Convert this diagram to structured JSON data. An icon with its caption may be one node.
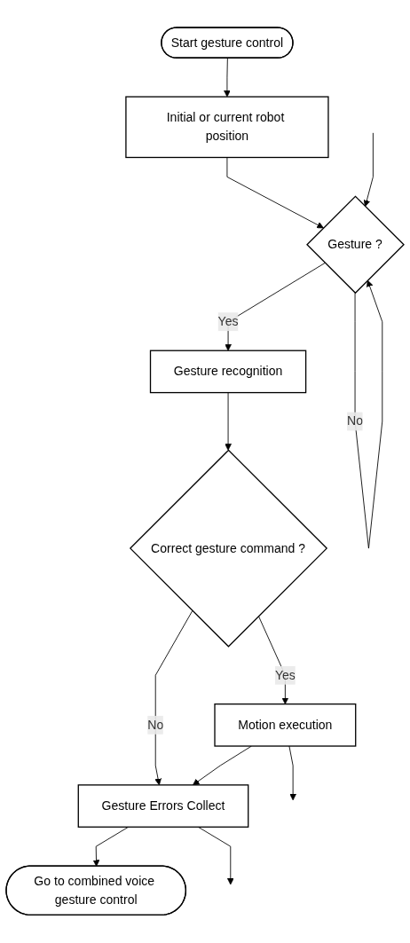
{
  "diagram": {
    "nodes": [
      {
        "text": [
          "Start gesture control"
        ]
      },
      {
        "text": [
          "Initial or current robot position"
        ]
      },
      {
        "text": [
          "Gesture ?"
        ]
      },
      {
        "text": [
          "Gesture recognition"
        ]
      },
      {
        "text": [
          "Correct gesture command ?"
        ]
      },
      {
        "text": [
          "Motion execution"
        ]
      },
      {
        "text": [
          "Gesture Errors Collect"
        ]
      },
      {
        "text": [
          "Go to combined voice gesture control"
        ]
      }
    ],
    "edges": [
      {
        "from": 0,
        "to": 1,
        "arrow": "to"
      },
      {
        "from": 1,
        "to": 2,
        "arrow": "to"
      },
      {
        "from": 2,
        "to": 2,
        "label": "No",
        "arrow": "to"
      },
      {
        "from": null,
        "to": 2,
        "arrow": "to"
      },
      {
        "from": 2,
        "to": 3,
        "label": "Yes",
        "arrow": "to"
      },
      {
        "from": 3,
        "to": 4,
        "arrow": "to"
      },
      {
        "from": 4,
        "to": 5,
        "label": "Yes",
        "arrow": "to"
      },
      {
        "from": 4,
        "to": 6,
        "label": "No",
        "arrow": "to"
      },
      {
        "from": 5,
        "to": 6,
        "arrow": "to"
      },
      {
        "from": 6,
        "to": 7,
        "arrow": "to"
      },
      {
        "from": 5,
        "to": null,
        "arrow": "to"
      },
      {
        "from": 6,
        "to": null,
        "arrow": "to"
      }
    ]
  }
}
